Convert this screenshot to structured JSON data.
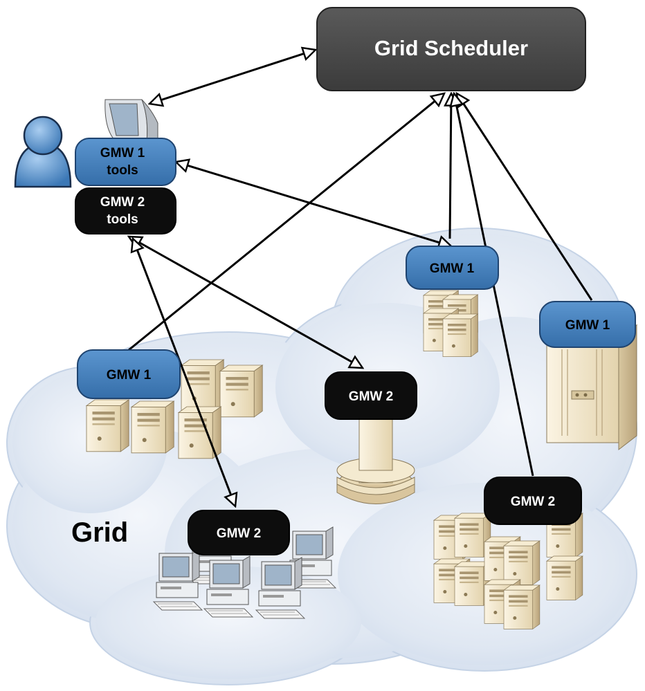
{
  "diagram": {
    "scheduler": {
      "label": "Grid Scheduler",
      "fill": "#4a4a4a"
    },
    "cloud_label": "Grid",
    "user_node": {
      "gmw1_line1": "GMW 1",
      "gmw1_line2": "tools",
      "gmw2_line1": "GMW 2",
      "gmw2_line2": "tools"
    },
    "nodes": {
      "gmw1_top_right": "GMW 1",
      "gmw1_far_right": "GMW 1",
      "gmw1_left": "GMW 1",
      "gmw2_center": "GMW 2",
      "gmw2_bottom_left": "GMW 2",
      "gmw2_bottom_right": "GMW 2"
    },
    "colors": {
      "gmw1": "#3f7cba",
      "gmw2": "#0d0d0d",
      "cloud": "#dde6f2",
      "server": "#eee2c4",
      "server_shade": "#c9b68d"
    }
  }
}
